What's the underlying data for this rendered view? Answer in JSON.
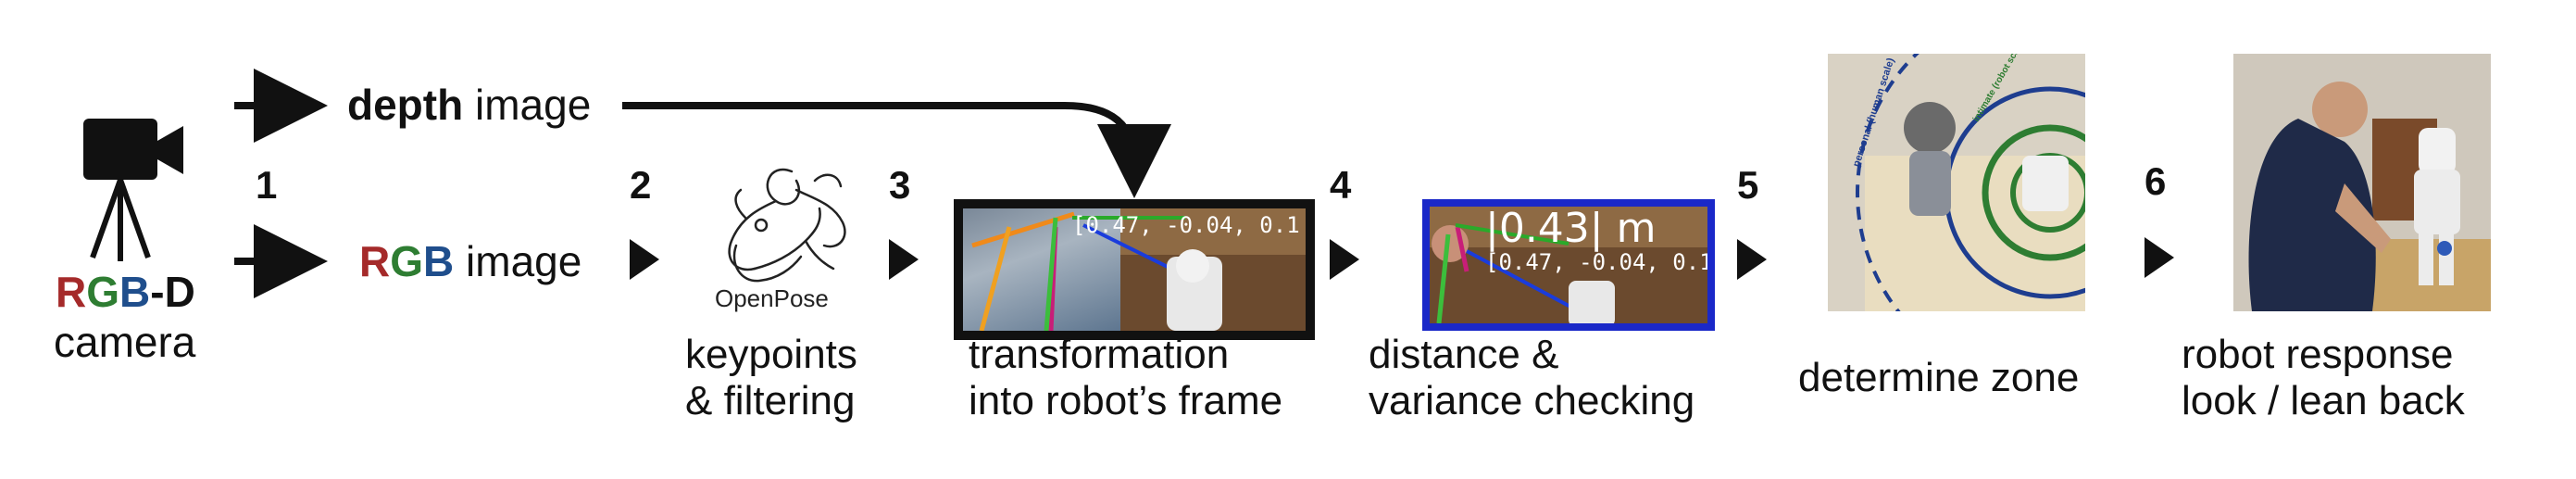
{
  "camera": {
    "rgbd_r": "R",
    "rgbd_g": "G",
    "rgbd_b": "B",
    "rgbd_d": "-D",
    "caption": "camera",
    "icon": "video-camera-on-tripod-icon"
  },
  "inputs": {
    "depth_bold": "depth",
    "depth_rest": " image",
    "rgb_r": "R",
    "rgb_g": "G",
    "rgb_b": "B",
    "rgb_rest": " image"
  },
  "steps": [
    {
      "num": "1"
    },
    {
      "num": "2"
    },
    {
      "num": "3",
      "label_line1": "keypoints",
      "label_line2": "& filtering",
      "logo_text": "OpenPose"
    },
    {
      "num": "4",
      "label_line1": "transformation",
      "label_line2": "into robot’s frame",
      "overlay": "[0.47, -0.04, 0.1"
    },
    {
      "num": "5",
      "label_line1": "distance &",
      "label_line2": "variance checking",
      "overlay_big": "|0.43| m",
      "overlay_small": "[0.47, -0.04, 0.1"
    },
    {
      "num": "6",
      "label_line1": "determine zone"
    },
    {
      "label_line1": "robot response",
      "label_line2": "look / lean back"
    }
  ],
  "zones": {
    "personal": "personal (human scale)",
    "intimate": "intimate (robot scale)"
  },
  "colors": {
    "rgb_red": "#a52a2a",
    "rgb_green": "#2e7d32",
    "rgb_blue": "#1f4e8c",
    "frame_black": "#111111",
    "frame_blue": "#1a28c8"
  }
}
